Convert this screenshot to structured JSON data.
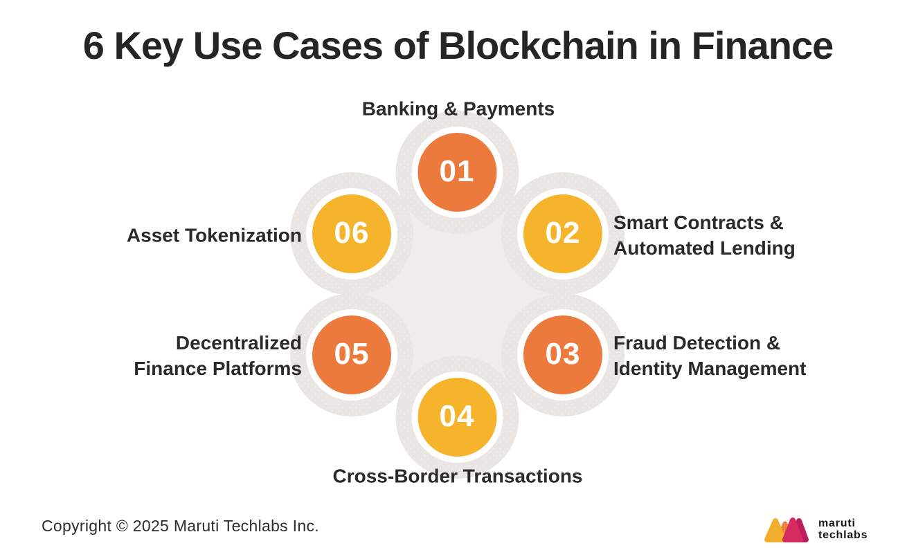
{
  "title": "6 Key Use Cases of Blockchain in Finance",
  "nodes": [
    {
      "number": "01",
      "label": "Banking & Payments",
      "color": "#EC7A3C"
    },
    {
      "number": "02",
      "label": "Smart Contracts &\nAutomated Lending",
      "color": "#F5B42B"
    },
    {
      "number": "03",
      "label": "Fraud Detection &\nIdentity Management",
      "color": "#EC7A3C"
    },
    {
      "number": "04",
      "label": "Cross-Border Transactions",
      "color": "#F5B42B"
    },
    {
      "number": "05",
      "label": "Decentralized\nFinance Platforms",
      "color": "#EC7A3C"
    },
    {
      "number": "06",
      "label": "Asset Tokenization",
      "color": "#F5B42B"
    }
  ],
  "colors": {
    "orange": "#EC7A3C",
    "yellow": "#F5B42B",
    "center_circle": "#EFEDEA",
    "halo_base": "#E8E5E2",
    "halo_dot": "#F3F1EE",
    "title_text": "#262524",
    "label_text": "#2B2A28",
    "number_text": "#FFFFFF"
  },
  "footer": {
    "copyright": "Copyright © 2025 Maruti Techlabs Inc."
  },
  "logo": {
    "line1": "maruti",
    "line2": "techlabs",
    "icon_colors": {
      "yellow": "#F2AE2C",
      "orange": "#EC7C38",
      "orange_dot": "#F7C79E",
      "crimson": "#D62B5E",
      "magenta": "#BC1F5C"
    }
  }
}
